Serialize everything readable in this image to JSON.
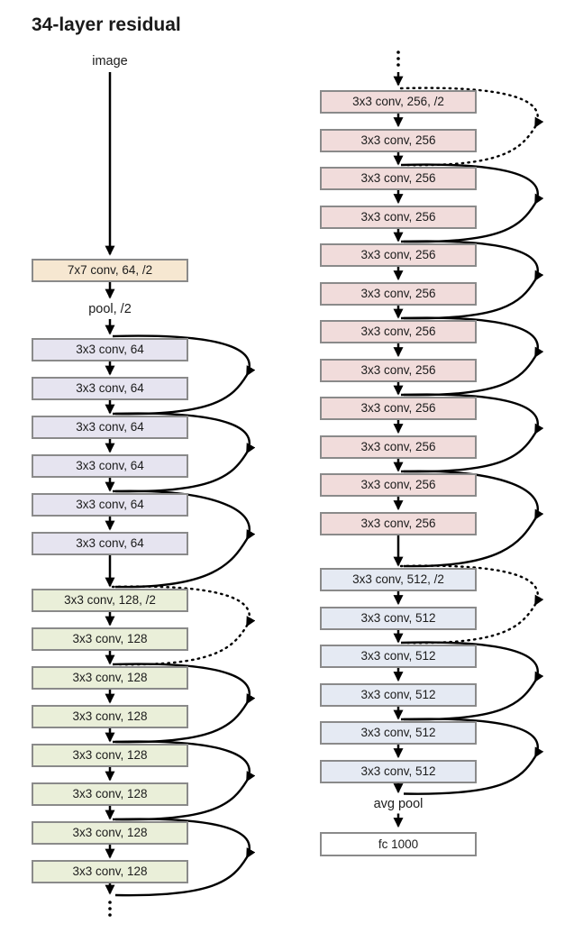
{
  "title": "34-layer residual",
  "palette": {
    "stem_fill": "#f6e7d1",
    "conv64_fill": "#e6e4f0",
    "conv128_fill": "#eaefd9",
    "conv256_fill": "#f1dcdb",
    "conv512_fill": "#e5eaf3",
    "fc_fill": "#ffffff",
    "box_border": "#8a8a8a",
    "wire_color": "#000000",
    "text_color": "#1c1c1c"
  },
  "left_column": {
    "input_label": "image",
    "stem_box": {
      "label": "7x7 conv, 64, /2",
      "fill": "stem_fill"
    },
    "pool_label": "pool, /2",
    "pairs": [
      {
        "skip": "solid",
        "boxes": [
          {
            "label": "3x3 conv, 64",
            "fill": "conv64_fill"
          },
          {
            "label": "3x3 conv, 64",
            "fill": "conv64_fill"
          }
        ]
      },
      {
        "skip": "solid",
        "boxes": [
          {
            "label": "3x3 conv, 64",
            "fill": "conv64_fill"
          },
          {
            "label": "3x3 conv, 64",
            "fill": "conv64_fill"
          }
        ]
      },
      {
        "skip": "solid",
        "boxes": [
          {
            "label": "3x3 conv, 64",
            "fill": "conv64_fill"
          },
          {
            "label": "3x3 conv, 64",
            "fill": "conv64_fill"
          }
        ]
      },
      {
        "skip": "dashed",
        "boxes": [
          {
            "label": "3x3 conv, 128, /2",
            "fill": "conv128_fill"
          },
          {
            "label": "3x3 conv, 128",
            "fill": "conv128_fill"
          }
        ]
      },
      {
        "skip": "solid",
        "boxes": [
          {
            "label": "3x3 conv, 128",
            "fill": "conv128_fill"
          },
          {
            "label": "3x3 conv, 128",
            "fill": "conv128_fill"
          }
        ]
      },
      {
        "skip": "solid",
        "boxes": [
          {
            "label": "3x3 conv, 128",
            "fill": "conv128_fill"
          },
          {
            "label": "3x3 conv, 128",
            "fill": "conv128_fill"
          }
        ]
      },
      {
        "skip": "solid",
        "boxes": [
          {
            "label": "3x3 conv, 128",
            "fill": "conv128_fill"
          },
          {
            "label": "3x3 conv, 128",
            "fill": "conv128_fill"
          }
        ]
      }
    ],
    "ellipsis_after": true
  },
  "right_column": {
    "ellipsis_before": true,
    "pairs": [
      {
        "skip": "dashed",
        "boxes": [
          {
            "label": "3x3 conv, 256, /2",
            "fill": "conv256_fill"
          },
          {
            "label": "3x3 conv, 256",
            "fill": "conv256_fill"
          }
        ]
      },
      {
        "skip": "solid",
        "boxes": [
          {
            "label": "3x3 conv, 256",
            "fill": "conv256_fill"
          },
          {
            "label": "3x3 conv, 256",
            "fill": "conv256_fill"
          }
        ]
      },
      {
        "skip": "solid",
        "boxes": [
          {
            "label": "3x3 conv, 256",
            "fill": "conv256_fill"
          },
          {
            "label": "3x3 conv, 256",
            "fill": "conv256_fill"
          }
        ]
      },
      {
        "skip": "solid",
        "boxes": [
          {
            "label": "3x3 conv, 256",
            "fill": "conv256_fill"
          },
          {
            "label": "3x3 conv, 256",
            "fill": "conv256_fill"
          }
        ]
      },
      {
        "skip": "solid",
        "boxes": [
          {
            "label": "3x3 conv, 256",
            "fill": "conv256_fill"
          },
          {
            "label": "3x3 conv, 256",
            "fill": "conv256_fill"
          }
        ]
      },
      {
        "skip": "solid",
        "boxes": [
          {
            "label": "3x3 conv, 256",
            "fill": "conv256_fill"
          },
          {
            "label": "3x3 conv, 256",
            "fill": "conv256_fill"
          }
        ]
      },
      {
        "skip": "dashed",
        "boxes": [
          {
            "label": "3x3 conv, 512, /2",
            "fill": "conv512_fill"
          },
          {
            "label": "3x3 conv, 512",
            "fill": "conv512_fill"
          }
        ]
      },
      {
        "skip": "solid",
        "boxes": [
          {
            "label": "3x3 conv, 512",
            "fill": "conv512_fill"
          },
          {
            "label": "3x3 conv, 512",
            "fill": "conv512_fill"
          }
        ]
      },
      {
        "skip": "solid",
        "boxes": [
          {
            "label": "3x3 conv, 512",
            "fill": "conv512_fill"
          },
          {
            "label": "3x3 conv, 512",
            "fill": "conv512_fill"
          }
        ]
      }
    ],
    "avg_pool_label": "avg pool",
    "fc_box": {
      "label": "fc 1000",
      "fill": "fc_fill"
    }
  }
}
